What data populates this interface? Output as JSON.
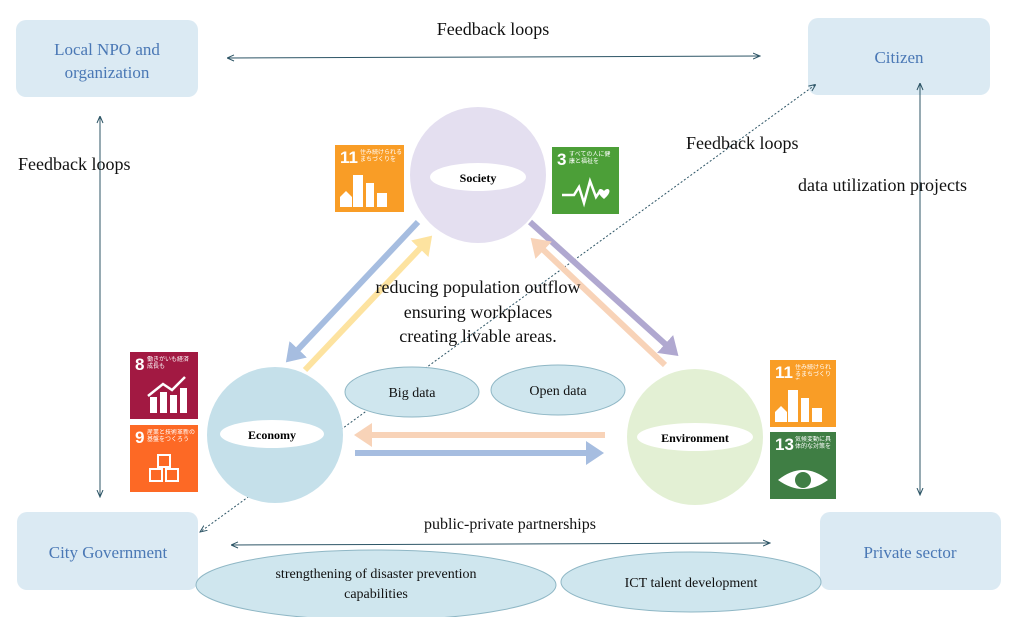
{
  "nodes": {
    "npo": {
      "line1": "Local NPO and",
      "line2": "organization"
    },
    "citizen": "Citizen",
    "city_government": "City Government",
    "private_sector": "Private sector"
  },
  "labels": {
    "feedback_top": "Feedback loops",
    "feedback_left": "Feedback loops",
    "feedback_diagonal": "Feedback loops",
    "data_utilization": "data utilization projects",
    "public_private": "public-private partnerships"
  },
  "spheres": {
    "society": "Society",
    "economy": "Economy",
    "environment": "Environment"
  },
  "center_text": [
    "reducing population outflow",
    "ensuring workplaces",
    "creating livable areas."
  ],
  "data_ovals": {
    "big_data": "Big data",
    "open_data": "Open data"
  },
  "bottom_ovals": {
    "disaster_line1": "strengthening of disaster prevention",
    "disaster_line2": "capabilities",
    "ict": "ICT talent development"
  },
  "sdg_icons": {
    "society_left": {
      "number": "11",
      "text": "住み続けられるまちづくりを",
      "color": "#f99d26",
      "icon": "city-icon"
    },
    "society_right": {
      "number": "3",
      "text": "すべての人に健康と福祉を",
      "color": "#4c9f38",
      "icon": "heartbeat-icon"
    },
    "economy_top": {
      "number": "8",
      "text": "働きがいも経済成長も",
      "color": "#a21942",
      "icon": "growth-chart-icon"
    },
    "economy_bottom": {
      "number": "9",
      "text": "産業と技術革新の基盤をつくろう",
      "color": "#fd6925",
      "icon": "cubes-icon"
    },
    "environment_top": {
      "number": "11",
      "text": "住み続けられるまちづくりを",
      "color": "#f99d26",
      "icon": "city-icon"
    },
    "environment_bottom": {
      "number": "13",
      "text": "気候変動に具体的な対策を",
      "color": "#3f7e44",
      "icon": "eye-earth-icon"
    }
  },
  "colors": {
    "box_fill": "#dbeaf3",
    "box_text": "#4a78b5",
    "society": "#e4dff0",
    "economy": "#c5e0ea",
    "environment": "#e3f0d4"
  }
}
